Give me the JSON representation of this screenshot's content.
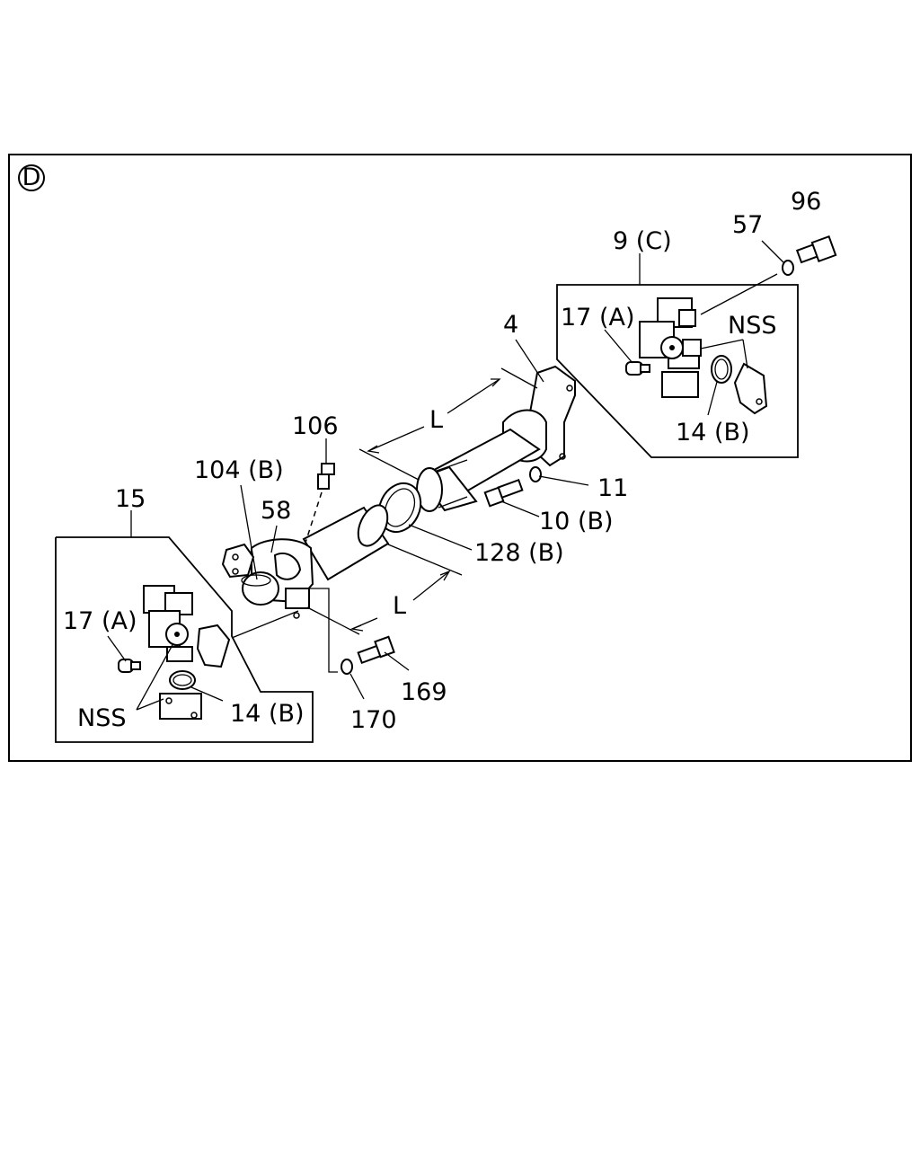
{
  "view": {
    "marker": "D"
  },
  "labels": {
    "p96": "96",
    "p57": "57",
    "p9c": "9 (C)",
    "p17a_top": "17 (A)",
    "pnss_top": "NSS",
    "p4": "4",
    "p14b_top": "14 (B)",
    "p106": "106",
    "pL_top": "L",
    "p104b": "104 (B)",
    "p11": "11",
    "p58": "58",
    "p10b": "10 (B)",
    "p15": "15",
    "p128b": "128 (B)",
    "p17a_bot": "17 (A)",
    "pL_bot": "L",
    "p169": "169",
    "pnss_bot": "NSS",
    "p14b_bot": "14 (B)",
    "p170": "170"
  }
}
